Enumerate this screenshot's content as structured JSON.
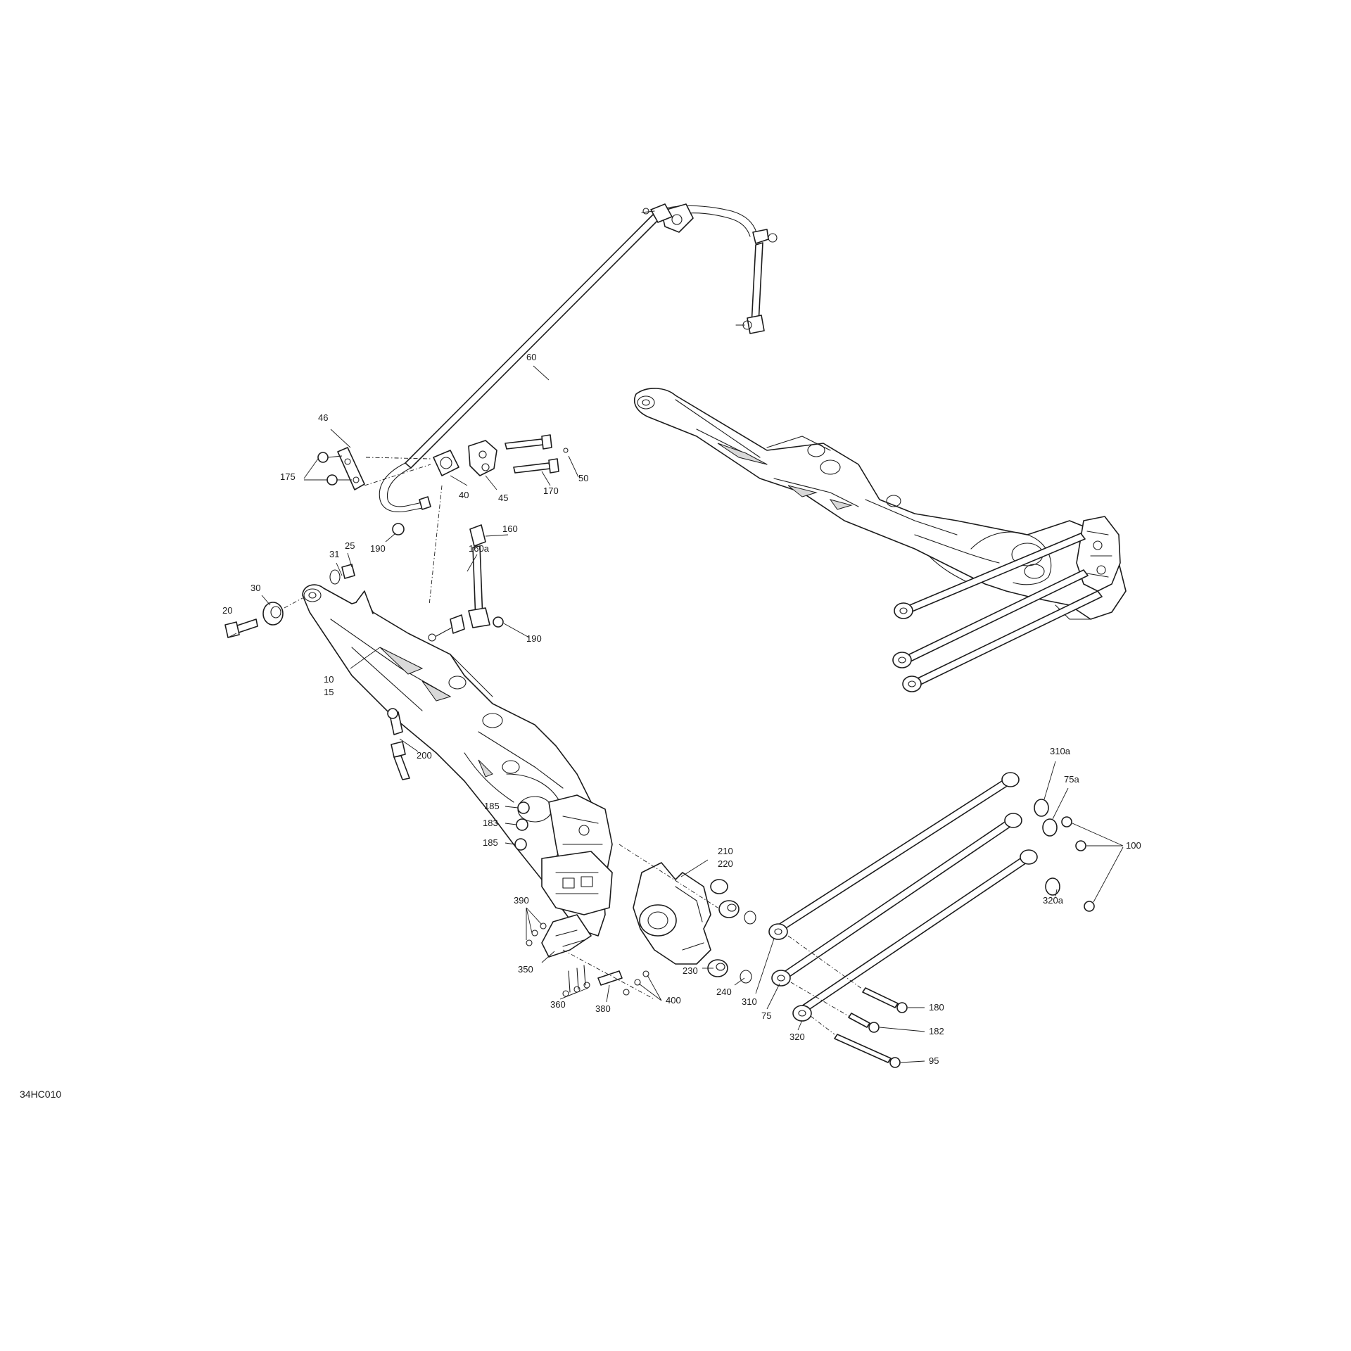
{
  "diagram": {
    "reference_code": "34HC010",
    "callouts": [
      {
        "id": "c60",
        "text": "60"
      },
      {
        "id": "c46",
        "text": "46"
      },
      {
        "id": "c175",
        "text": "175"
      },
      {
        "id": "c40",
        "text": "40"
      },
      {
        "id": "c45",
        "text": "45"
      },
      {
        "id": "c170",
        "text": "170"
      },
      {
        "id": "c50",
        "text": "50"
      },
      {
        "id": "c190a",
        "text": "190"
      },
      {
        "id": "c160",
        "text": "160"
      },
      {
        "id": "c160a",
        "text": "160a"
      },
      {
        "id": "c190b",
        "text": "190"
      },
      {
        "id": "c31",
        "text": "31"
      },
      {
        "id": "c25",
        "text": "25"
      },
      {
        "id": "c30",
        "text": "30"
      },
      {
        "id": "c20",
        "text": "20"
      },
      {
        "id": "c10",
        "text": "10"
      },
      {
        "id": "c15",
        "text": "15"
      },
      {
        "id": "c200",
        "text": "200"
      },
      {
        "id": "c185a",
        "text": "185"
      },
      {
        "id": "c183",
        "text": "183"
      },
      {
        "id": "c185b",
        "text": "185"
      },
      {
        "id": "c210",
        "text": "210"
      },
      {
        "id": "c220",
        "text": "220"
      },
      {
        "id": "c390",
        "text": "390"
      },
      {
        "id": "c350",
        "text": "350"
      },
      {
        "id": "c360",
        "text": "360"
      },
      {
        "id": "c380",
        "text": "380"
      },
      {
        "id": "c400",
        "text": "400"
      },
      {
        "id": "c230",
        "text": "230"
      },
      {
        "id": "c240",
        "text": "240"
      },
      {
        "id": "c310",
        "text": "310"
      },
      {
        "id": "c75",
        "text": "75"
      },
      {
        "id": "c320",
        "text": "320"
      },
      {
        "id": "c180",
        "text": "180"
      },
      {
        "id": "c182",
        "text": "182"
      },
      {
        "id": "c95",
        "text": "95"
      },
      {
        "id": "c310a",
        "text": "310a"
      },
      {
        "id": "c75a",
        "text": "75a"
      },
      {
        "id": "c100",
        "text": "100"
      },
      {
        "id": "c320a",
        "text": "320a"
      }
    ]
  }
}
